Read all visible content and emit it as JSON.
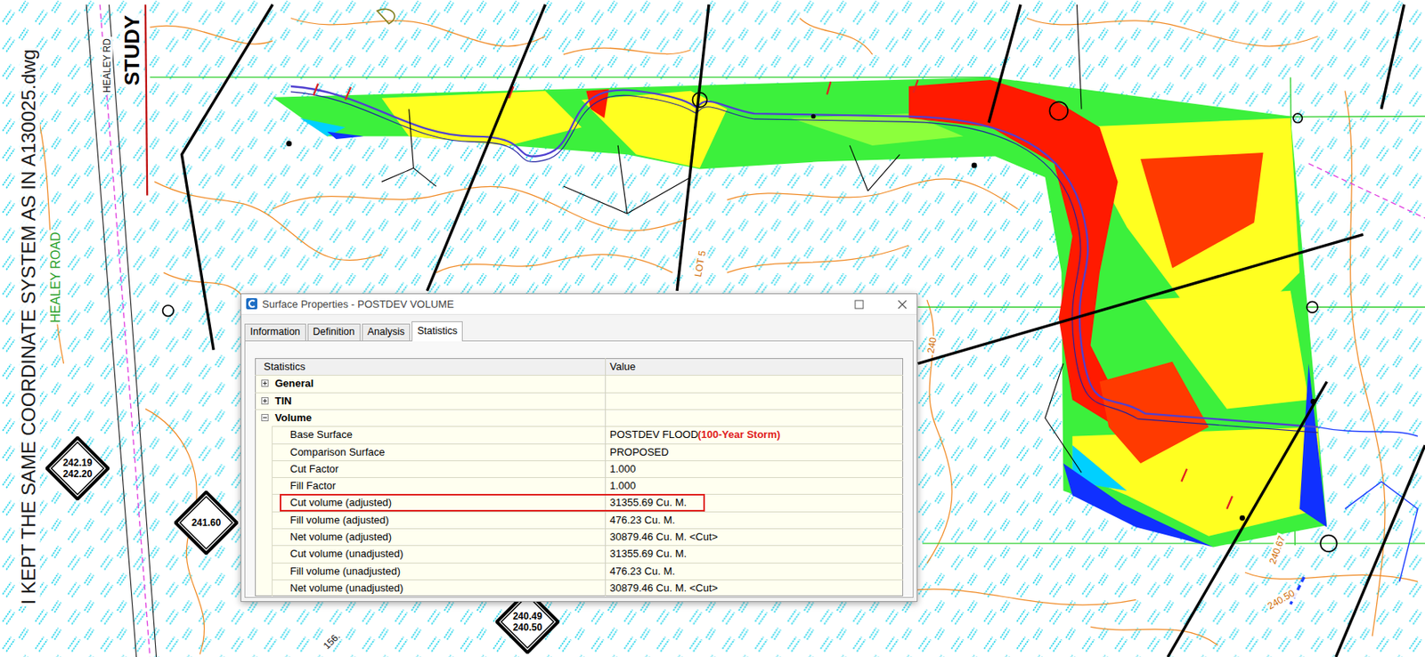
{
  "diagram": {
    "nodes": [
      {
        "text": [
          "Surface Properties - POSTDEV VOLUME"
        ]
      },
      {
        "text": [
          "Information"
        ],
        "in": 0
      },
      {
        "text": [
          "Definition"
        ],
        "in": 0
      },
      {
        "text": [
          "Analysis"
        ],
        "in": 0
      },
      {
        "text": [
          "Statistics"
        ],
        "in": 0
      },
      {
        "text": [
          "242.19",
          "242.20"
        ]
      },
      {
        "text": [
          "241.60"
        ]
      },
      {
        "text": [
          "240.49",
          "240.50"
        ]
      }
    ],
    "labels": [
      "Statistics",
      "Value",
      "General",
      "TIN",
      "Volume",
      "Base Surface",
      "POSTDEV FLOOD",
      "(100-Year Storm)",
      "Comparison Surface",
      "PROPOSED",
      "Cut Factor",
      "1.000",
      "Fill Factor",
      "1.000",
      "Cut volume (adjusted)",
      "31355.69 Cu. M.",
      "Fill volume (adjusted)",
      "476.23 Cu. M.",
      "Net volume (adjusted)",
      "30879.46 Cu. M. <Cut>",
      "Cut volume (unadjusted)",
      "31355.69 Cu. M.",
      "Fill volume (unadjusted)",
      "476.23 Cu. M.",
      "Net volume (unadjusted)",
      "30879.46 Cu. M. <Cut>",
      "I KEPT THE SAME COORDINATE SYSTEM AS IN A130025.dwg",
      "HEALEY ROAD",
      "HEALEY RD",
      "STUDY",
      "240",
      "240.67",
      "240.50",
      "156.",
      "LOT 5"
    ]
  }
}
